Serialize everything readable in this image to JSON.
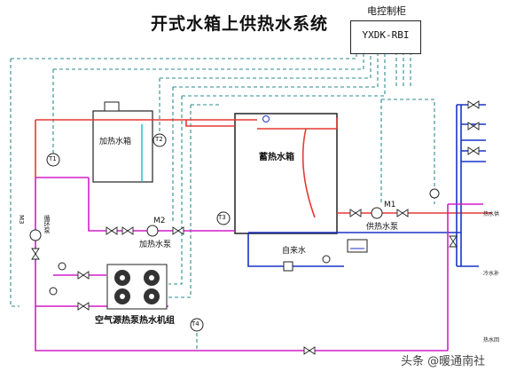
{
  "title": "开式水箱上供热水系统",
  "controller": {
    "label": "电控制柜",
    "model": "YXDK-RBI"
  },
  "tanks": {
    "heating": "加热水箱",
    "storage": "蓄热水箱"
  },
  "sensors": [
    "T1",
    "T2",
    "T3",
    "T4"
  ],
  "pumps": {
    "heating": {
      "tag": "M2",
      "label": "加热水泵"
    },
    "supply": {
      "tag": "M1",
      "label": "供热水泵"
    }
  },
  "side_pump": {
    "tag": "M3",
    "label": "循环泵"
  },
  "unit_label": "空气源热泵热水机组",
  "tap_water_label": "自来水",
  "outlets": [
    "热水供",
    "冷水补",
    "热水回"
  ],
  "watermark": "头条 @暖通南社",
  "colors": {
    "hot": "#e53935",
    "cold": "#1a33c8",
    "circ": "#d21ec8",
    "control": "#2e8b8b"
  }
}
